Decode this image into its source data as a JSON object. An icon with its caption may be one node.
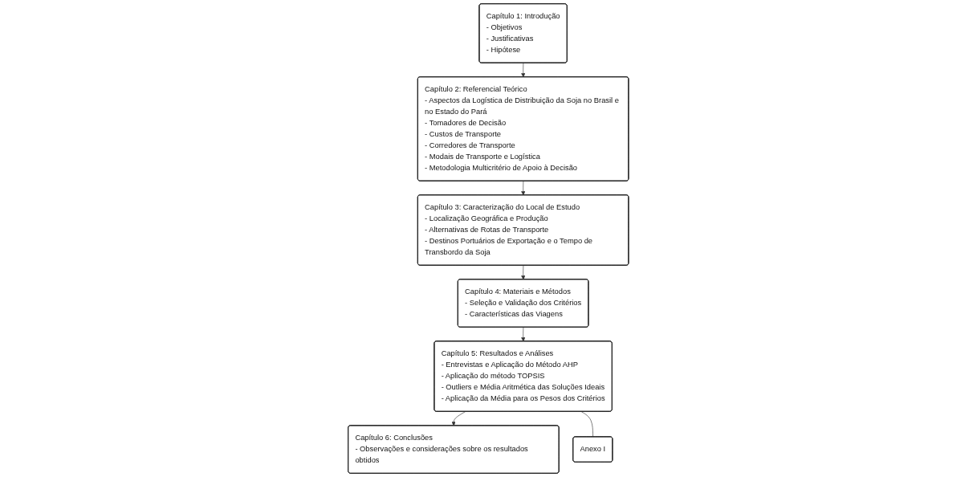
{
  "diagram": {
    "nodes": [
      {
        "text": [
          "Capítulo 1: Introdução",
          "- Objetivos",
          "- Justificativas",
          "- Hipótese"
        ]
      },
      {
        "text": [
          "Capítulo 2: Referencial Teórico",
          "- Aspectos da Logística de Distribuição da Soja no Brasil e no Estado do Pará",
          "- Tomadores de Decisão",
          "- Custos de Transporte",
          "- Corredores de Transporte",
          "- Modais de Transporte e Logística",
          "- Metodologia Multicritério de Apoio à Decisão"
        ]
      },
      {
        "text": [
          "Capítulo 3: Caracterização do Local de Estudo",
          "- Localização Geográfica e Produção",
          "- Alternativas de Rotas de Transporte",
          "- Destinos Portuários de Exportação e o Tempo de Transbordo da Soja"
        ]
      },
      {
        "text": [
          "Capítulo 4: Materiais e Métodos",
          "- Seleção e Validação dos Critérios",
          "- Características das Viagens"
        ]
      },
      {
        "text": [
          "Capítulo 5: Resultados e Análises",
          "- Entrevistas e Aplicação do Método AHP",
          "- Aplicação do método TOPSIS",
          "- Outliers e Média Aritmética das Soluções Ideais",
          "- Aplicação da Média para os Pesos dos Critérios"
        ]
      },
      {
        "text": [
          "Capítulo 6: Conclusões",
          "- Observações e considerações sobre os resultados obtidos"
        ]
      },
      {
        "text": [
          "Anexo I"
        ]
      }
    ],
    "edges": [
      {
        "from": 0,
        "to": 1,
        "arrow": "to"
      },
      {
        "from": 1,
        "to": 2,
        "arrow": "to"
      },
      {
        "from": 2,
        "to": 3,
        "arrow": "to"
      },
      {
        "from": 3,
        "to": 4,
        "arrow": "to"
      },
      {
        "from": 4,
        "to": 5,
        "arrow": "to"
      },
      {
        "from": 4,
        "to": 6,
        "arrow": "none"
      }
    ]
  }
}
